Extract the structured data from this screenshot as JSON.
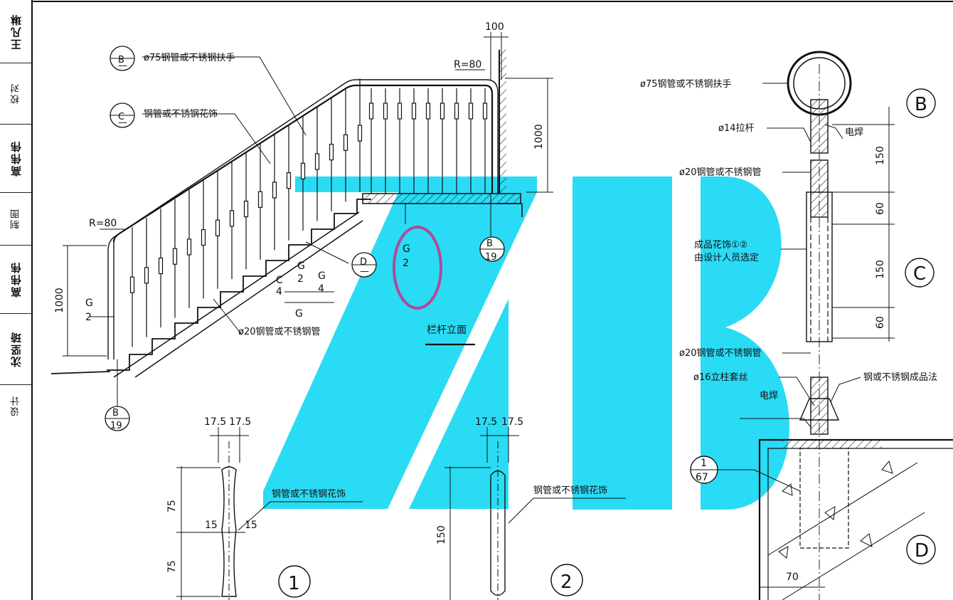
{
  "title_block": {
    "cells": [
      "王凡琳",
      "校对",
      "高伟伟",
      "制图",
      "高伟伟",
      "沈坚琦",
      "设计"
    ]
  },
  "watermark": {
    "text": "ZB",
    "color": "#18d8f4"
  },
  "highlight": {
    "color": "#b04a9a"
  },
  "elevation": {
    "title": "栏杆立面",
    "handrail": "ø75钢管或不锈钢扶手",
    "ornament": "钢管或不锈钢花饰",
    "baluster": "ø20钢管或不锈钢管",
    "radius_left": "R=80",
    "radius_right": "R=80",
    "dim_top": "100",
    "dim_height_left": "1000",
    "dim_height_right": "1000",
    "g_label": "G",
    "g_num": "G",
    "den2": "2",
    "den4": "4",
    "c_num": "C",
    "callouts": {
      "B_top": "B",
      "B_bot": "—",
      "C_top": "C",
      "C_bot": "—",
      "D_top": "D",
      "D_bot": "—",
      "B19_top": "B",
      "B19_bot": "19"
    }
  },
  "detail1": {
    "number": "1",
    "ornament": "钢管或不锈钢花饰",
    "dim_a": "17.5",
    "dim_b": "17.5",
    "dim_h1": "75",
    "dim_h2": "75",
    "dim_w1": "15",
    "dim_w2": "15"
  },
  "detail2": {
    "number": "2",
    "ornament": "钢管或不锈钢花饰",
    "dim_a": "17.5",
    "dim_b": "17.5",
    "dim_h": "150"
  },
  "section": {
    "handrail": "ø75钢管或不锈钢扶手",
    "tie_rod": "ø14拉杆",
    "weld": "电焊",
    "pipe1": "ø20钢管或不锈钢管",
    "ornament_line1": "成品花饰①②",
    "ornament_line2": "由设计人员选定",
    "pipe2": "ø20钢管或不锈钢管",
    "post": "ø16立柱套丝",
    "weld2": "电焊",
    "flange": "钢或不锈钢成品法",
    "ref_top": "1",
    "ref_bot": "67",
    "dim_150a": "150",
    "dim_60a": "60",
    "dim_150b": "150",
    "dim_60b": "60",
    "dim_70": "70",
    "marks": [
      "B",
      "C",
      "D"
    ]
  }
}
